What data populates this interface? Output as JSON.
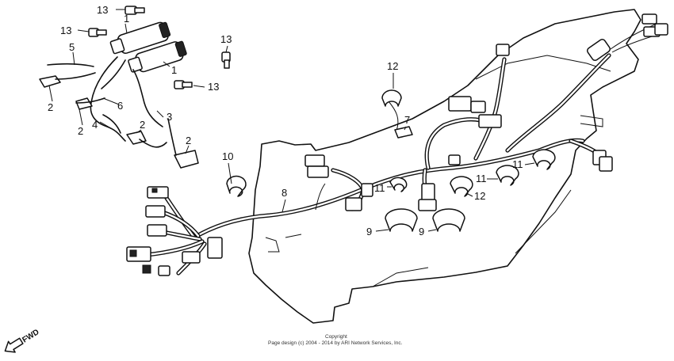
{
  "labels": [
    {
      "text": "13"
    },
    {
      "text": "13"
    },
    {
      "text": "13"
    },
    {
      "text": "13"
    },
    {
      "text": "5"
    },
    {
      "text": "1"
    },
    {
      "text": "1"
    },
    {
      "text": "2"
    },
    {
      "text": "2"
    },
    {
      "text": "4"
    },
    {
      "text": "6"
    },
    {
      "text": "2"
    },
    {
      "text": "3"
    },
    {
      "text": "2"
    },
    {
      "text": "10"
    },
    {
      "text": "8"
    },
    {
      "text": "12"
    },
    {
      "text": "7"
    },
    {
      "text": "11"
    },
    {
      "text": "12"
    },
    {
      "text": "11"
    },
    {
      "text": "11"
    },
    {
      "text": "9"
    },
    {
      "text": "9"
    }
  ],
  "copyright": {
    "line1": "Copyright",
    "line2": "Page design (c) 2004 - 2014 by ARI Network Services, Inc."
  },
  "fwd_label": "FWD"
}
